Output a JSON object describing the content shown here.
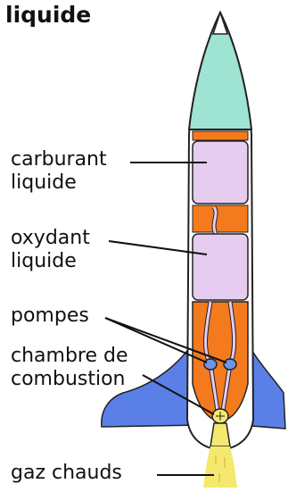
{
  "title": "liquide",
  "labels": {
    "fuel_line1": "carburant",
    "fuel_line2": "liquide",
    "oxidizer_line1": "oxydant",
    "oxidizer_line2": "liquide",
    "pumps": "pompes",
    "chamber_line1": "chambre de",
    "chamber_line2": "combustion",
    "exhaust": "gaz chauds"
  },
  "colors": {
    "nose": "#9fe3d3",
    "body": "#ffffff",
    "orange": "#f47a1e",
    "tank": "#e6ccef",
    "fins": "#5a80e8",
    "pumps": "#6f93e8",
    "flame": "#f5e86e",
    "outline": "#222222"
  }
}
